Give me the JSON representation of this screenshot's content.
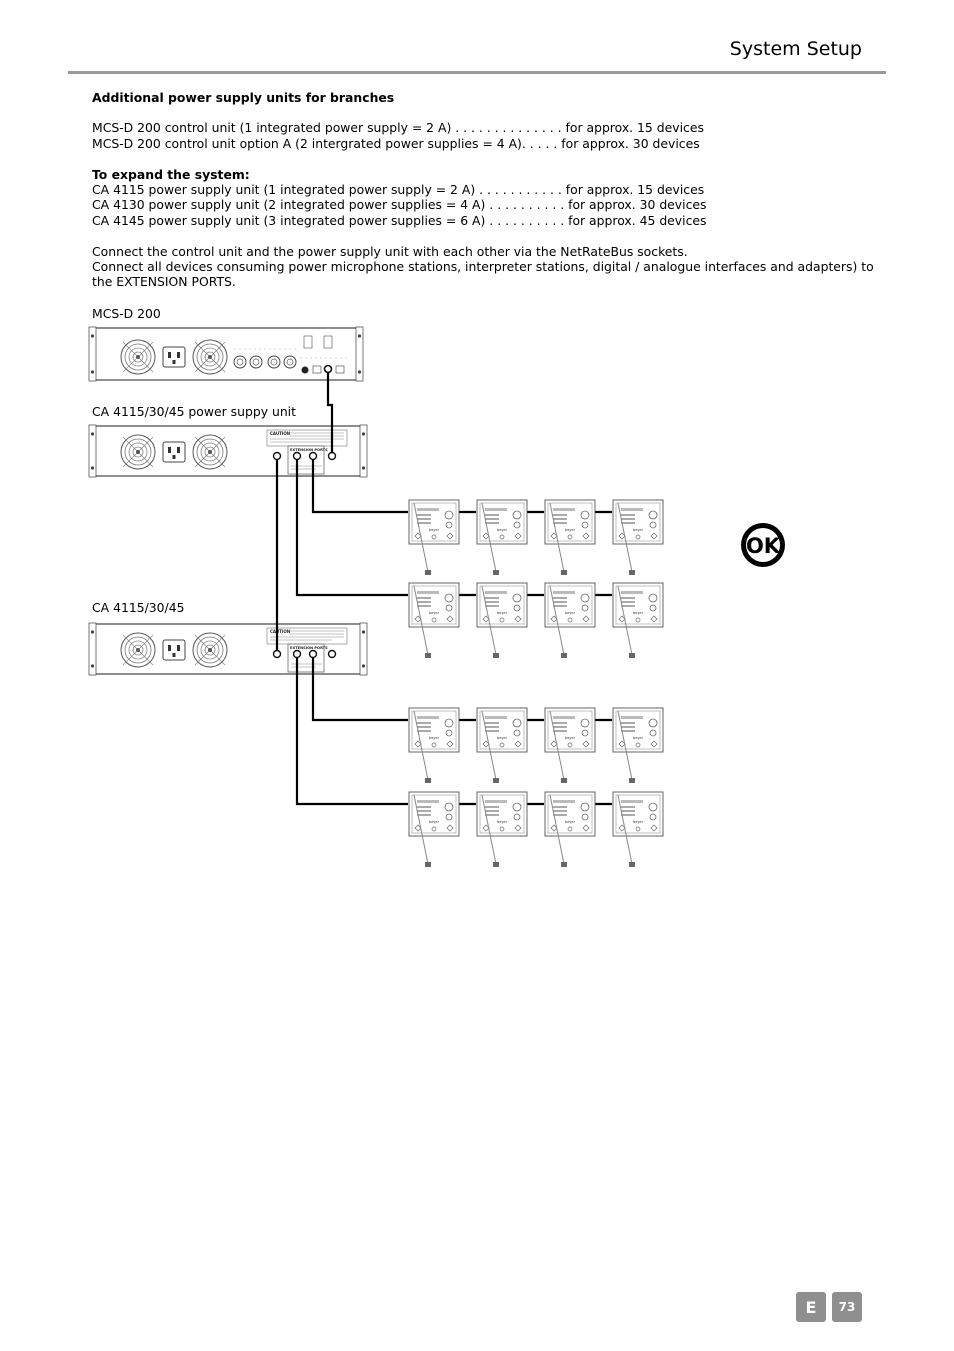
{
  "header": {
    "title": "System Setup"
  },
  "section": {
    "heading": "Additional power supply units for branches",
    "mcs_lines": [
      "MCS-D 200 control unit (1 integrated power supply  = 2 A) . . . . . . . . . . . . . . for approx. 15 devices",
      "MCS-D 200 control unit option A (2 intergrated power supplies = 4 A). . . . . for approx. 30 devices"
    ],
    "expand_heading": "To expand the system:",
    "ca_lines": [
      "CA 4115 power supply unit (1 integrated power supply = 2 A)  . . . . . . . . . . . for approx. 15 devices",
      "CA 4130 power supply unit (2 integrated power supplies = 4 A) . . . . . . . . . . for approx. 30 devices",
      "CA 4145 power supply unit (3 integrated power supplies = 6 A) . . . . . . . . . . for approx. 45 devices"
    ],
    "connect_1": "Connect the control unit and the power supply unit with each other via the NetRateBus sockets.",
    "connect_2a": "Connect all devices consuming power microphone stations, interpreter stations, digital / analogue interfaces and adapters) to",
    "connect_2b": "the EXTENSION PORTS."
  },
  "diagram": {
    "label_control_unit": "MCS-D 200",
    "label_psu_1": "CA 4115/30/45 power suppy unit",
    "label_psu_2": "CA 4115/30/45",
    "ok_mark": "OK",
    "device_label": "beyer",
    "psu_caution": "CAUTION",
    "psu_ports": "EXTENSION PORTS"
  },
  "footer": {
    "language": "E",
    "page_number": "73"
  }
}
